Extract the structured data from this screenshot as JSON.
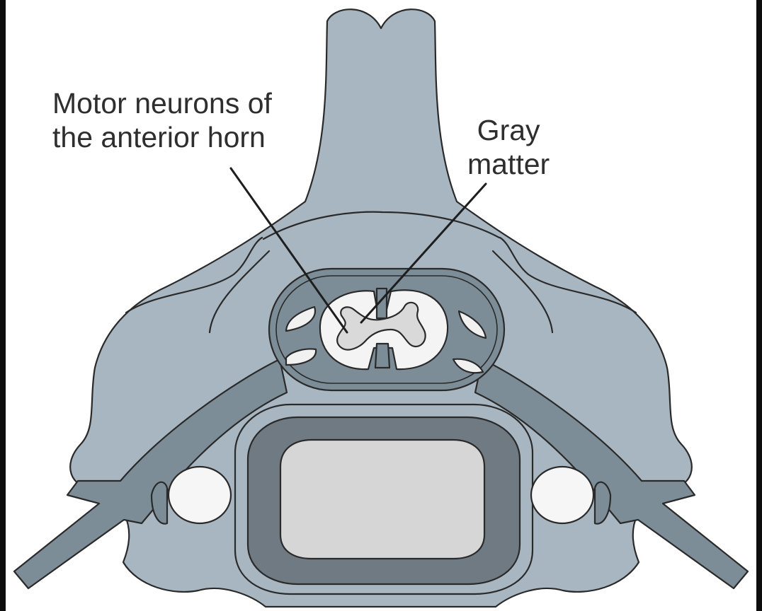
{
  "labels": {
    "motor_line1": "Motor neurons of",
    "motor_line2": "the anterior horn",
    "gray_line1": "Gray",
    "gray_line2": "matter"
  },
  "colors": {
    "bone": "#a7b6c0",
    "dark": "#7c8d98",
    "disc_ring": "#6f7a82",
    "nucleus": "#d6d6d6",
    "white_matter": "#f4f4f4",
    "gray_matter": "#d9d9d9",
    "outline": "#2a2a2a",
    "frame_edge": "#0d0d0d"
  }
}
